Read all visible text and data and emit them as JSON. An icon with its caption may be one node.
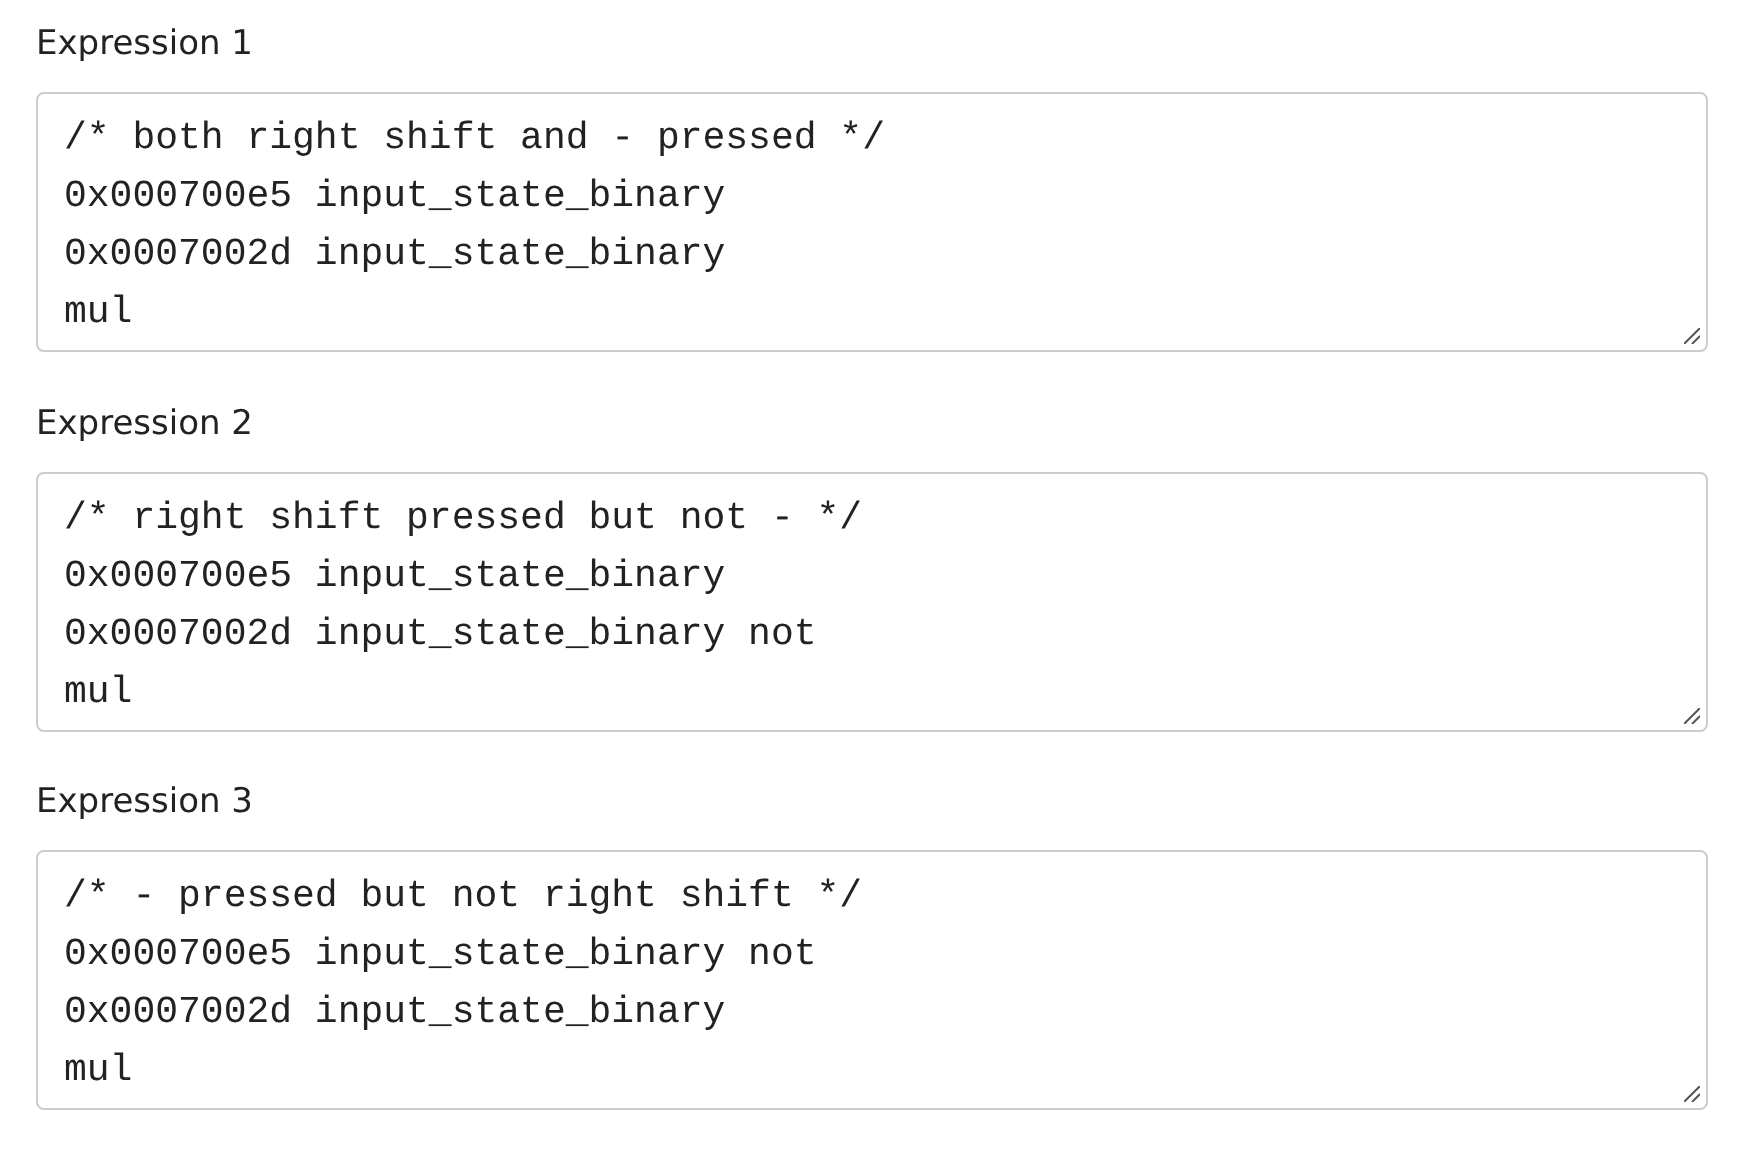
{
  "diagram": {
    "nodes": [
      {
        "text": [
          "Expression 1",
          "/* both right shift and - pressed */",
          "0x000700e5 input_state_binary",
          "0x0007002d input_state_binary",
          "mul"
        ]
      },
      {
        "text": [
          "Expression 2",
          "/* right shift pressed but not - */",
          "0x000700e5 input_state_binary",
          "0x0007002d input_state_binary not",
          "mul"
        ]
      },
      {
        "text": [
          "Expression 3",
          "/* - pressed but not right shift */",
          "0x000700e5 input_state_binary not",
          "0x0007002d input_state_binary",
          "mul"
        ]
      }
    ]
  }
}
